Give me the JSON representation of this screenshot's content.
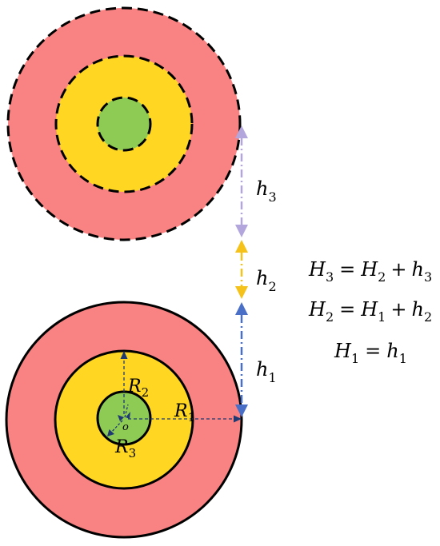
{
  "colors": {
    "outer_ring": "#F98282",
    "middle_ring": "#FFD723",
    "core": "#8DCB55",
    "outline": "#000000",
    "h1_arrow": "#4A6FC6",
    "h2_arrow": "#F5C21C",
    "h3_arrow": "#B3A6DD",
    "radius_arrow": "#1F3A73"
  },
  "labels": {
    "h1": {
      "base": "h",
      "sub": "1"
    },
    "h2": {
      "base": "h",
      "sub": "2"
    },
    "h3": {
      "base": "h",
      "sub": "3"
    },
    "R1": {
      "base": "R",
      "sub": "1"
    },
    "R2": {
      "base": "R",
      "sub": "2"
    },
    "R3": {
      "base": "R",
      "sub": "3"
    },
    "center": "o"
  },
  "equations": {
    "eq1": {
      "lhs": "H",
      "lhs_sub": "3",
      "eq": "=",
      "t1": "H",
      "t1_sub": "2",
      "op": "+",
      "t2": "h",
      "t2_sub": "3"
    },
    "eq2": {
      "lhs": "H",
      "lhs_sub": "2",
      "eq": "=",
      "t1": "H",
      "t1_sub": "1",
      "op": "+",
      "t2": "h",
      "t2_sub": "2"
    },
    "eq3": {
      "lhs": "H",
      "lhs_sub": "1",
      "eq": "=",
      "t1": "h",
      "t1_sub": "1"
    }
  }
}
